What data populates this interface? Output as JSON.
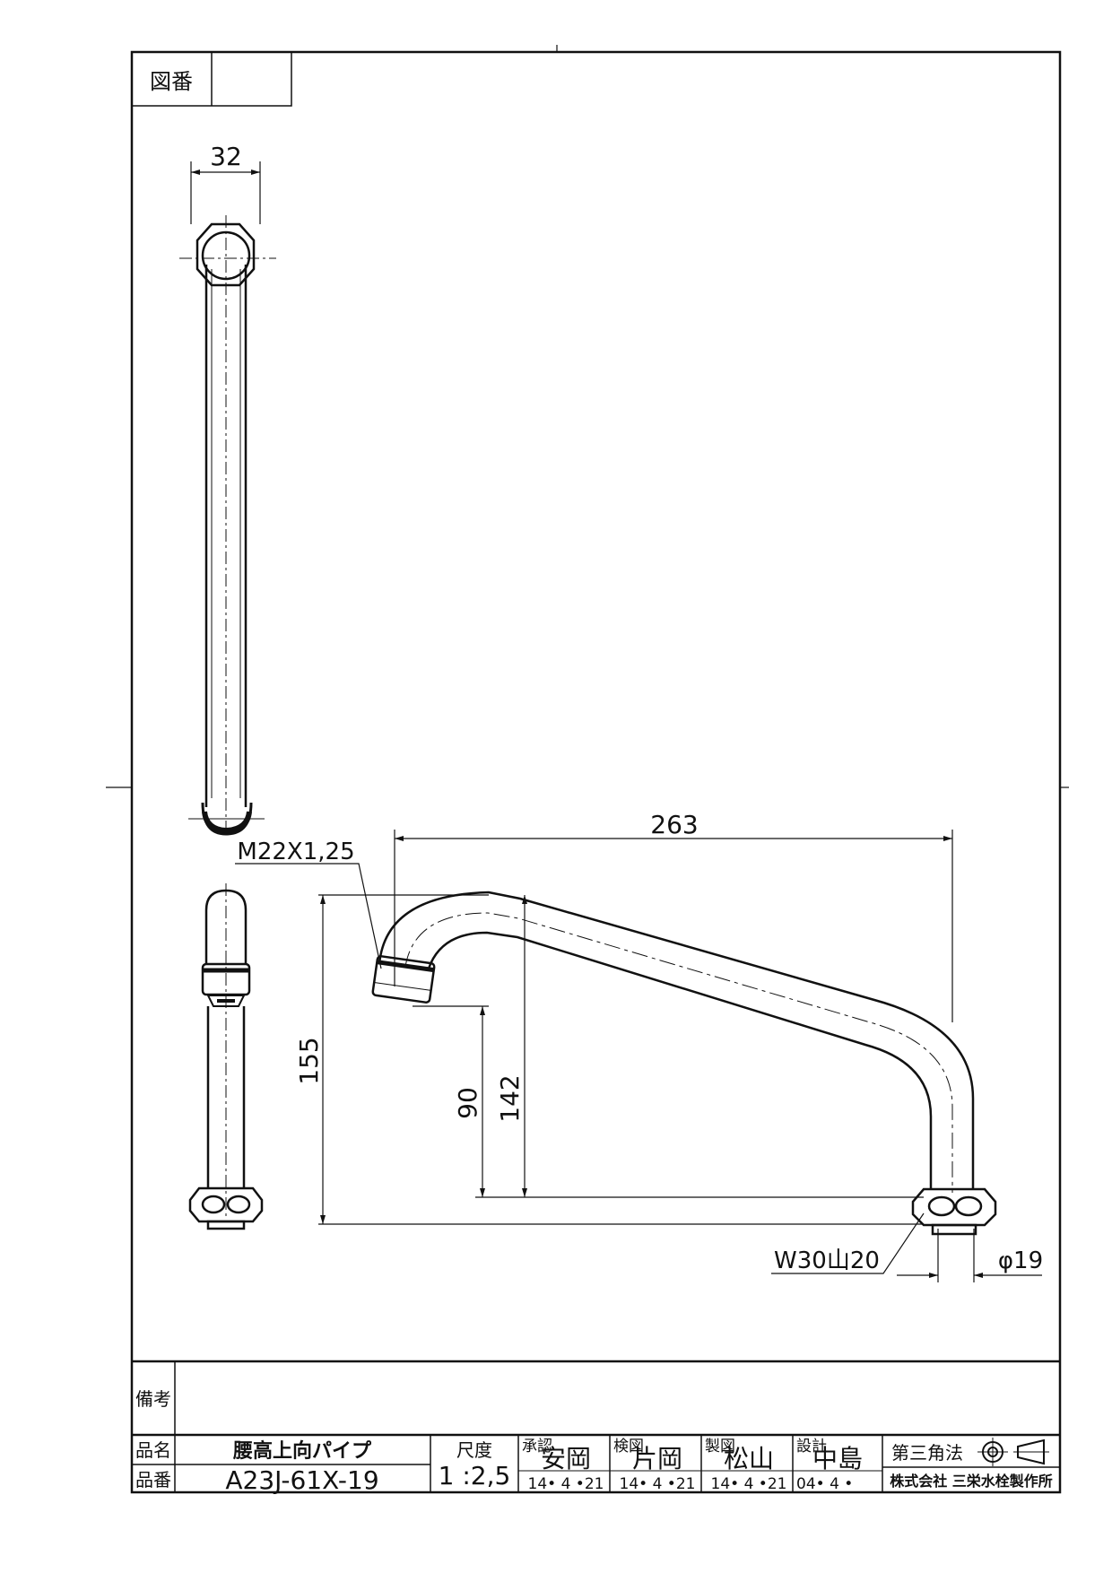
{
  "drawing_number_label": "図番",
  "drawing_number_value": "",
  "dimensions": {
    "top_width": "32",
    "thread_spec": "M22X1,25",
    "horizontal_length": "263",
    "total_height": "155",
    "spout_height": "90",
    "inner_height": "142",
    "base_thread": "W30山20",
    "base_diameter": "φ19"
  },
  "title_block": {
    "remarks_label": "備考",
    "remarks_value": "",
    "product_name_label": "品名",
    "product_name": "腰高上向パイプ",
    "product_number_label": "品番",
    "product_number": "A23J-61X-19",
    "scale_label": "尺度",
    "scale_value": "1 :2,5",
    "approval_label": "承認",
    "approval_name": "安岡",
    "approval_date": "14• 4 •21",
    "check_label": "検図",
    "check_name": "片岡",
    "check_date": "14• 4 •21",
    "drafting_label": "製図",
    "drafting_name": "松山",
    "drafting_date": "14• 4 •21",
    "design_label": "設計",
    "design_name": "中島",
    "design_date": "04• 4 •",
    "projection_label": "第三角法",
    "company": "株式会社 三栄水栓製作所"
  }
}
